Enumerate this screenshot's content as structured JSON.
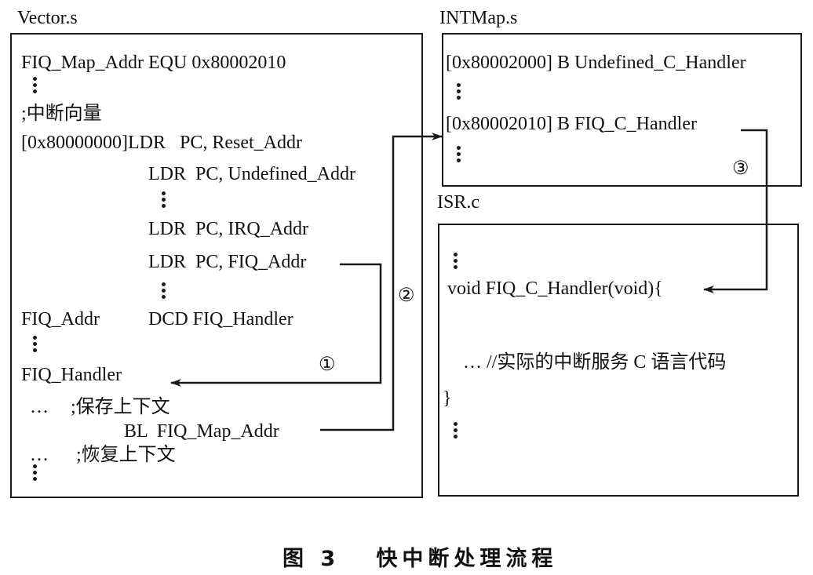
{
  "vector_file": {
    "title": "Vector.s",
    "lines": {
      "equ": "FIQ_Map_Addr EQU 0x80002010",
      "comment_vectors": ";中断向量",
      "reset": "[0x80000000]LDR   PC, Reset_Addr",
      "undefined": "LDR  PC, Undefined_Addr",
      "irq": "LDR  PC, IRQ_Addr",
      "fiq": "LDR  PC, FIQ_Addr",
      "fiq_addr_label": "FIQ_Addr",
      "fiq_addr_dcd": "DCD FIQ_Handler",
      "fiq_handler": "FIQ_Handler",
      "save_ellipsis": "…",
      "save_context": ";保存上下文",
      "bl": "BL  FIQ_Map_Addr",
      "restore_ellipsis": "…",
      "restore_context": ";恢复上下文"
    }
  },
  "intmap_file": {
    "title": "INTMap.s",
    "lines": {
      "undefined": "[0x80002000] B Undefined_C_Handler",
      "fiq": "[0x80002010] B FIQ_C_Handler"
    }
  },
  "isr_file": {
    "title": "ISR.c",
    "lines": {
      "func": "void FIQ_C_Handler(void){",
      "body": "… //实际的中断服务 C 语言代码",
      "close": "}"
    }
  },
  "steps": {
    "step1": "①",
    "step2": "②",
    "step3": "③"
  },
  "caption": "图 3   快中断处理流程"
}
